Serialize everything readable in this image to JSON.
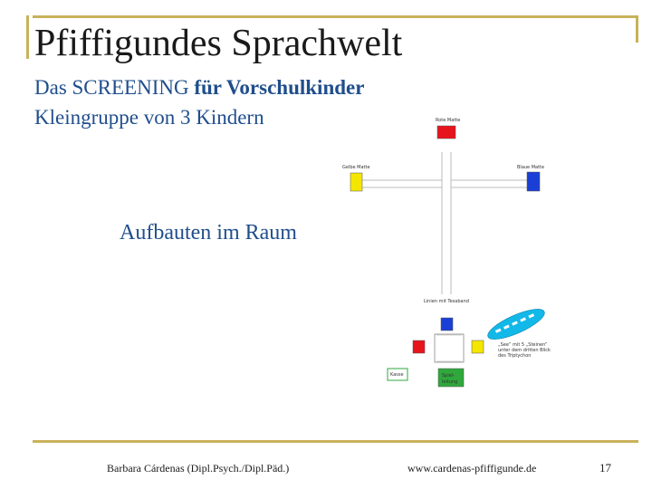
{
  "title": "Pfiffigundes Sprachwelt",
  "subtitle_plain": "Das SCREENING ",
  "subtitle_bold": "für Vorschulkinder",
  "subtitle2": "Kleingruppe von 3 Kindern",
  "center_label": "Aufbauten im Raum",
  "diagram": {
    "red_label": "Rote Matte",
    "yellow_label": "Gelbe Matte",
    "blue_label": "Blaue Matte",
    "tape_label": "Linien mit Tesaband",
    "callout_line1": "„See“ mit 5 „Steinen“",
    "callout_line2": "unter dem dritten Blick",
    "callout_line3": "des Triptychon",
    "green_box_label": "Kasse",
    "yellow_green_label1": "Spiel-",
    "yellow_green_label2": "leitung",
    "colors": {
      "red": "#e8141c",
      "yellow": "#f5e600",
      "blue": "#1a3fd6",
      "green": "#2fa83c",
      "cyan": "#12b8e8"
    }
  },
  "footer": {
    "left": "Barbara Cárdenas (Dipl.Psych./Dipl.Päd.)",
    "middle": "www.cardenas-pfiffigunde.de",
    "page": "17"
  }
}
